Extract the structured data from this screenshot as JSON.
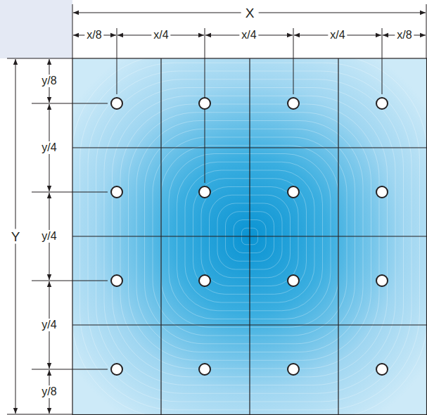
{
  "diagram": {
    "labels": [
      "X",
      "x/8",
      "x/4",
      "x/4",
      "x/4",
      "x/8",
      "Y",
      "y/8",
      "y/4",
      "y/4",
      "y/4",
      "y/8"
    ]
  }
}
